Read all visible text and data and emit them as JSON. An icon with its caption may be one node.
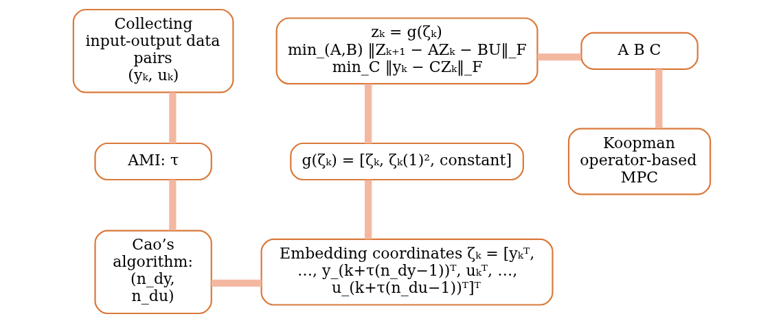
{
  "diagram": {
    "nodes": [
      {
        "text": [
          "Collecting input-output data pairs",
          "(yₖ, uₖ)"
        ]
      },
      {
        "text": [
          "AMI: τ"
        ]
      },
      {
        "text": [
          "Cao’s algorithm: (n_dy, n_du)"
        ]
      },
      {
        "text": [
          "Embedding coordinates ζₖ = [yₖᵀ, …, y_(k+τ(n_dy−1))ᵀ, uₖᵀ, …, u_(k+τ(n_du−1))ᵀ]ᵀ"
        ]
      },
      {
        "text": [
          "g(ζₖ) = [ζₖ, ζₖ(1)², constant]"
        ]
      },
      {
        "text": [
          "zₖ = g(ζₖ)",
          "min_(A,B) ‖Zₖ₊₁ − AZₖ − BU‖_F",
          "min_C ‖yₖ − CZₖ‖_F"
        ]
      },
      {
        "text": [
          "A B C"
        ]
      },
      {
        "text": [
          "Koopman operator-based MPC"
        ]
      }
    ],
    "edges": [
      {
        "from": 0,
        "to": 1,
        "arrow": "none"
      },
      {
        "from": 1,
        "to": 2,
        "arrow": "none"
      },
      {
        "from": 2,
        "to": 3,
        "arrow": "none"
      },
      {
        "from": 3,
        "to": 4,
        "arrow": "none"
      },
      {
        "from": 4,
        "to": 5,
        "arrow": "none"
      },
      {
        "from": 5,
        "to": 6,
        "arrow": "none"
      },
      {
        "from": 6,
        "to": 7,
        "arrow": "none"
      }
    ]
  }
}
